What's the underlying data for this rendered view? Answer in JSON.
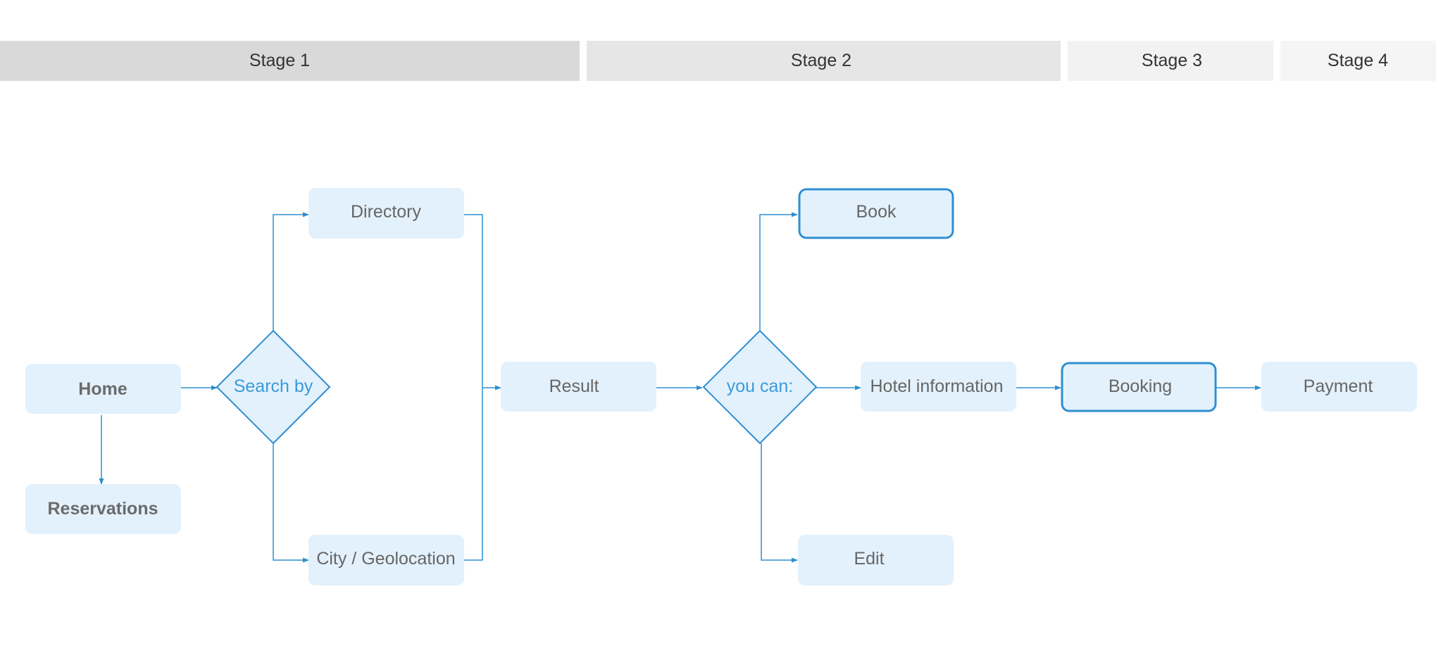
{
  "colors": {
    "stage1_bg": "#d9d9d9",
    "stage2_bg": "#e6e6e6",
    "stage3_bg": "#f2f2f2",
    "stage4_bg": "#f5f5f5",
    "node_fill": "#e3f1fc",
    "accent": "#2f8fd0"
  },
  "stages": [
    {
      "label": "Stage 1"
    },
    {
      "label": "Stage 2"
    },
    {
      "label": "Stage 3"
    },
    {
      "label": "Stage 4"
    }
  ],
  "nodes": {
    "home": "Home",
    "reservations": "Reservations",
    "search_by": "Search by",
    "directory": "Directory",
    "city_geolocation": "City / Geolocation",
    "result": "Result",
    "you_can": "you can:",
    "book": "Book",
    "edit": "Edit",
    "hotel_information": "Hotel information",
    "booking": "Booking",
    "payment": "Payment"
  }
}
